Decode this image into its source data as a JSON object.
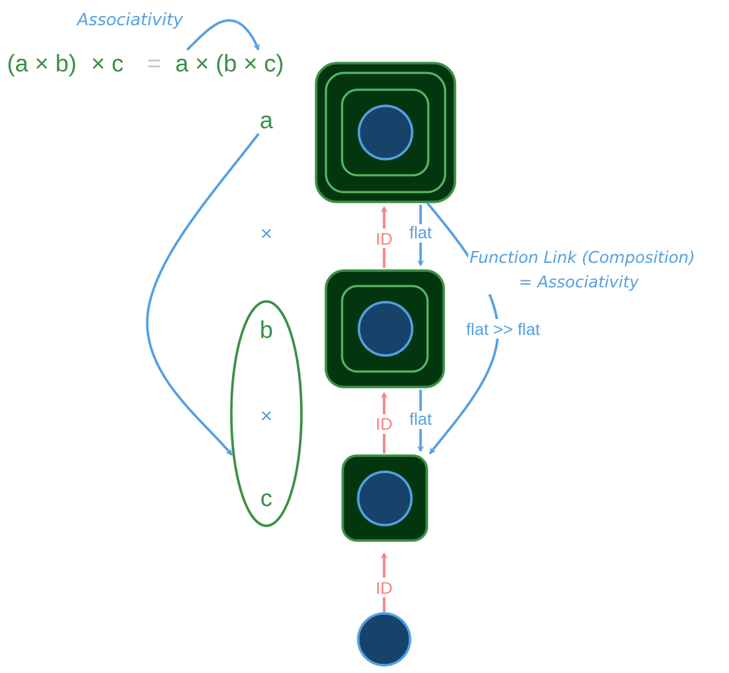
{
  "colors": {
    "green": "#3a8f45",
    "green_light": "#56b864",
    "green_dark": "#03360f",
    "blue": "#55a0e0",
    "node_fill": "#17436b",
    "red": "#f38182",
    "gray": "#c6c6c6"
  },
  "equation": {
    "lhs_group": "(a × b)",
    "lhs_times": "× c",
    "equals": "=",
    "rhs": "a × (b × c)"
  },
  "annotations": {
    "associativity_top": "Associativity",
    "function_link_line1": "Function Link (Composition)",
    "function_link_line2": "=  Associativity"
  },
  "column": {
    "a": "a",
    "times1": "×",
    "b": "b",
    "times2": "×",
    "c": "c"
  },
  "edges": {
    "id_label": "ID",
    "flat_label": "flat",
    "flat_flat_label": "flat >> flat"
  }
}
